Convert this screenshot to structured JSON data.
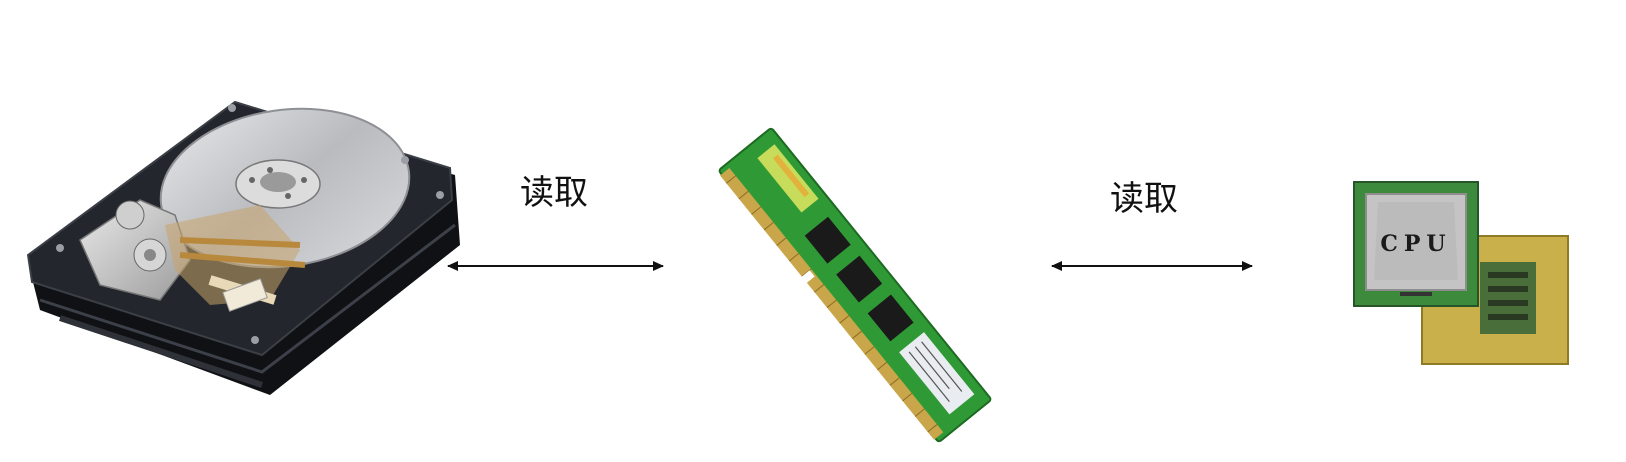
{
  "diagram": {
    "arrows": [
      {
        "label": "读取",
        "from": "hard-disk",
        "to": "memory",
        "bidirectional": true
      },
      {
        "label": "读取",
        "from": "memory",
        "to": "cpu",
        "bidirectional": true
      }
    ],
    "cpu": {
      "text": "CPU"
    },
    "colors": {
      "arrow": "#111111",
      "ram_pcb": "#2f9a35",
      "ram_gold": "#c9a64a",
      "disk_body": "#1e2127",
      "platter": "#c8c9cc",
      "cpu_pcb": "#3e8a3c",
      "cpu_lid": "#bdbdbd"
    },
    "icons": [
      "hard-disk-image",
      "memory-stick-image",
      "cpu-chip-image"
    ]
  }
}
